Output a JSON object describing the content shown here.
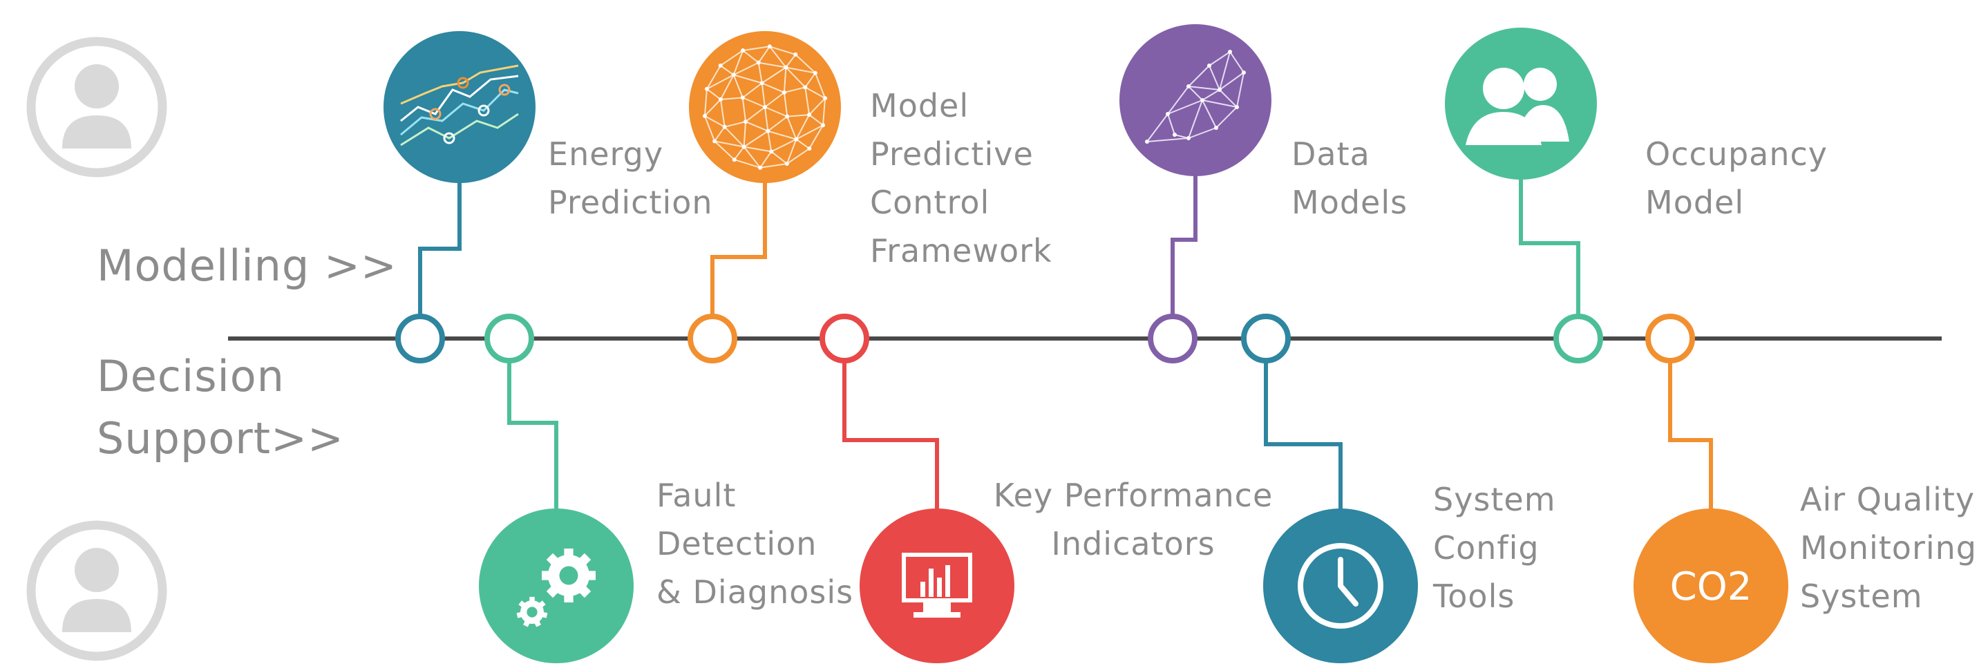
{
  "rows": {
    "modelling": [
      "Modelling >>"
    ],
    "decision": [
      "Decision",
      "Support>>"
    ]
  },
  "line_color": "#4a4a4a",
  "avatar_color": "#d9d9d9",
  "top_items": [
    {
      "id": "energy",
      "lines": [
        "Energy",
        "Prediction"
      ],
      "color": "#2e86a0",
      "icon": "line-graph-icon"
    },
    {
      "id": "mpc",
      "lines": [
        "Model",
        "Predictive",
        "Control",
        "Framework"
      ],
      "color": "#f28f2f",
      "icon": "polygon-sphere-icon"
    },
    {
      "id": "data",
      "lines": [
        "Data",
        "Models"
      ],
      "color": "#8160a8",
      "icon": "wireframe-mesh-icon"
    },
    {
      "id": "occupancy",
      "lines": [
        "Occupancy",
        "Model"
      ],
      "color": "#4dbf98",
      "icon": "people-group-icon"
    }
  ],
  "bottom_items": [
    {
      "id": "fault",
      "lines": [
        "Fault",
        "Detection",
        "& Diagnosis"
      ],
      "color": "#4dbf98",
      "icon": "gears-icon"
    },
    {
      "id": "kpi",
      "lines": [
        "Key Performance",
        "Indicators"
      ],
      "color": "#e84848",
      "icon": "monitor-chart-icon"
    },
    {
      "id": "config",
      "lines": [
        "System",
        "Config",
        "Tools"
      ],
      "color": "#2e86a0",
      "icon": "clock-icon"
    },
    {
      "id": "air",
      "lines": [
        "Air Quality",
        "Monitoring",
        "System"
      ],
      "color": "#f28f2f",
      "icon": "co2-icon",
      "icon_text": "CO2"
    }
  ]
}
